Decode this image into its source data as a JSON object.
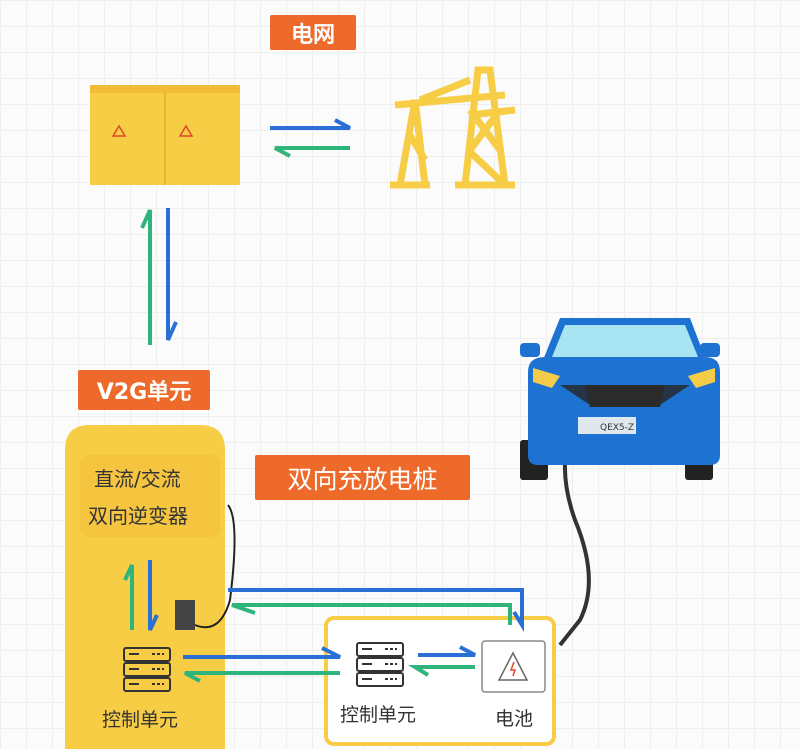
{
  "labels": {
    "grid": "电网",
    "v2g_unit": "V2G单元",
    "bidirectional_pile": "双向充放电桩",
    "inverter_line1": "直流/交流",
    "inverter_line2": "双向逆变器",
    "control_unit_left": "控制单元",
    "control_unit_right": "控制单元",
    "battery": "电池",
    "plate": "QEX5-Z"
  },
  "colors": {
    "tag_orange": "#ee6a2a",
    "yellow": "#f7cd45",
    "blue_arrow": "#2a6fd6",
    "green_arrow": "#2fb57c",
    "car_blue": "#1e73d2"
  }
}
